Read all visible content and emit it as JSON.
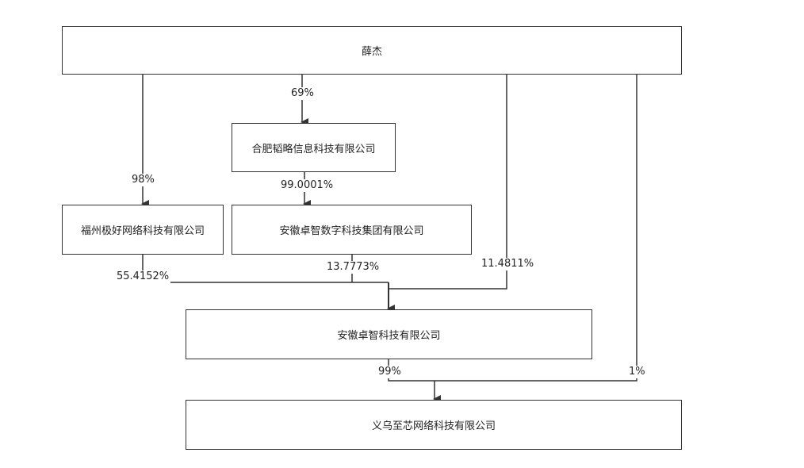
{
  "entities": {
    "xuejie": "薛杰",
    "hefei": "合肥韬略信息科技有限公司",
    "fuzhou": "福州极好网络科技有限公司",
    "anhui_group": "安徽卓智数字科技集团有限公司",
    "anhui_zhuozhi": "安徽卓智科技有限公司",
    "yiwu": "义乌至芯网络科技有限公司"
  },
  "percentages": {
    "xuejie_to_hefei": "69%",
    "xuejie_to_fuzhou": "98%",
    "hefei_to_group": "99.0001%",
    "fuzhou_to_zhuozhi": "55.4152%",
    "group_to_zhuozhi": "13.7773%",
    "xuejie_to_zhuozhi": "11.4811%",
    "zhuozhi_to_yiwu": "99%",
    "xuejie_to_yiwu": "1%"
  },
  "colors": {
    "line": "#333333",
    "border": "#333333"
  }
}
